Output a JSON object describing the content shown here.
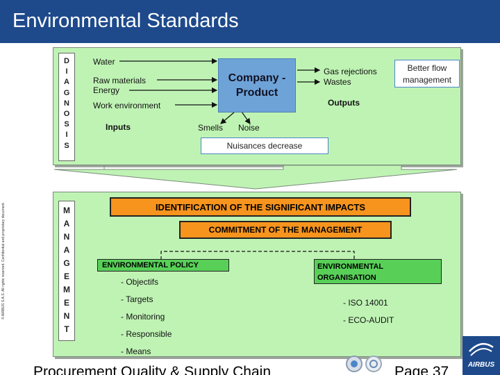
{
  "header": {
    "title": "Environmental Standards"
  },
  "diagnosis": {
    "label_letters": "D\nI\nA\nG\nN\nO\nS\nI\nS",
    "inputs": [
      "Water",
      "Raw materials",
      "Energy",
      "Work environment"
    ],
    "inputs_label": "Inputs",
    "company_box": "Company -\nProduct",
    "outputs": [
      "Gas rejections",
      "Wastes"
    ],
    "outputs_label": "Outputs",
    "better_flow": "Better flow\nmanagement",
    "side_effects": [
      "Smells",
      "Noise"
    ],
    "nuisances": "Nuisances decrease"
  },
  "management": {
    "label_letters": "M\nA\nN\nA\nG\nE\nM\nE\nN\nT",
    "identification": "IDENTIFICATION OF THE SIGNIFICANT IMPACTS",
    "commitment": "COMMITMENT OF THE MANAGEMENT",
    "policy": {
      "title": "ENVIRONMENTAL POLICY",
      "items": [
        "- Objectifs",
        "- Targets",
        "- Monitoring",
        "- Responsible",
        "- Means"
      ]
    },
    "organisation": {
      "title": "ENVIRONMENTAL\nORGANISATION",
      "items": [
        "- ISO 14001",
        "- ECO-AUDIT"
      ]
    }
  },
  "footer": {
    "text": "Procurement Quality & Supply Chain",
    "page": "Page 37",
    "copyright": "© AIRBUS S.A.S. All rights reserved. Confidential and proprietary document.",
    "logo_text": "AIRBUS"
  },
  "colors": {
    "header": "#1e4a8c",
    "panel": "#bff3b4",
    "company": "#6ea3d8",
    "orange": "#f7941d",
    "green": "#58d058"
  }
}
